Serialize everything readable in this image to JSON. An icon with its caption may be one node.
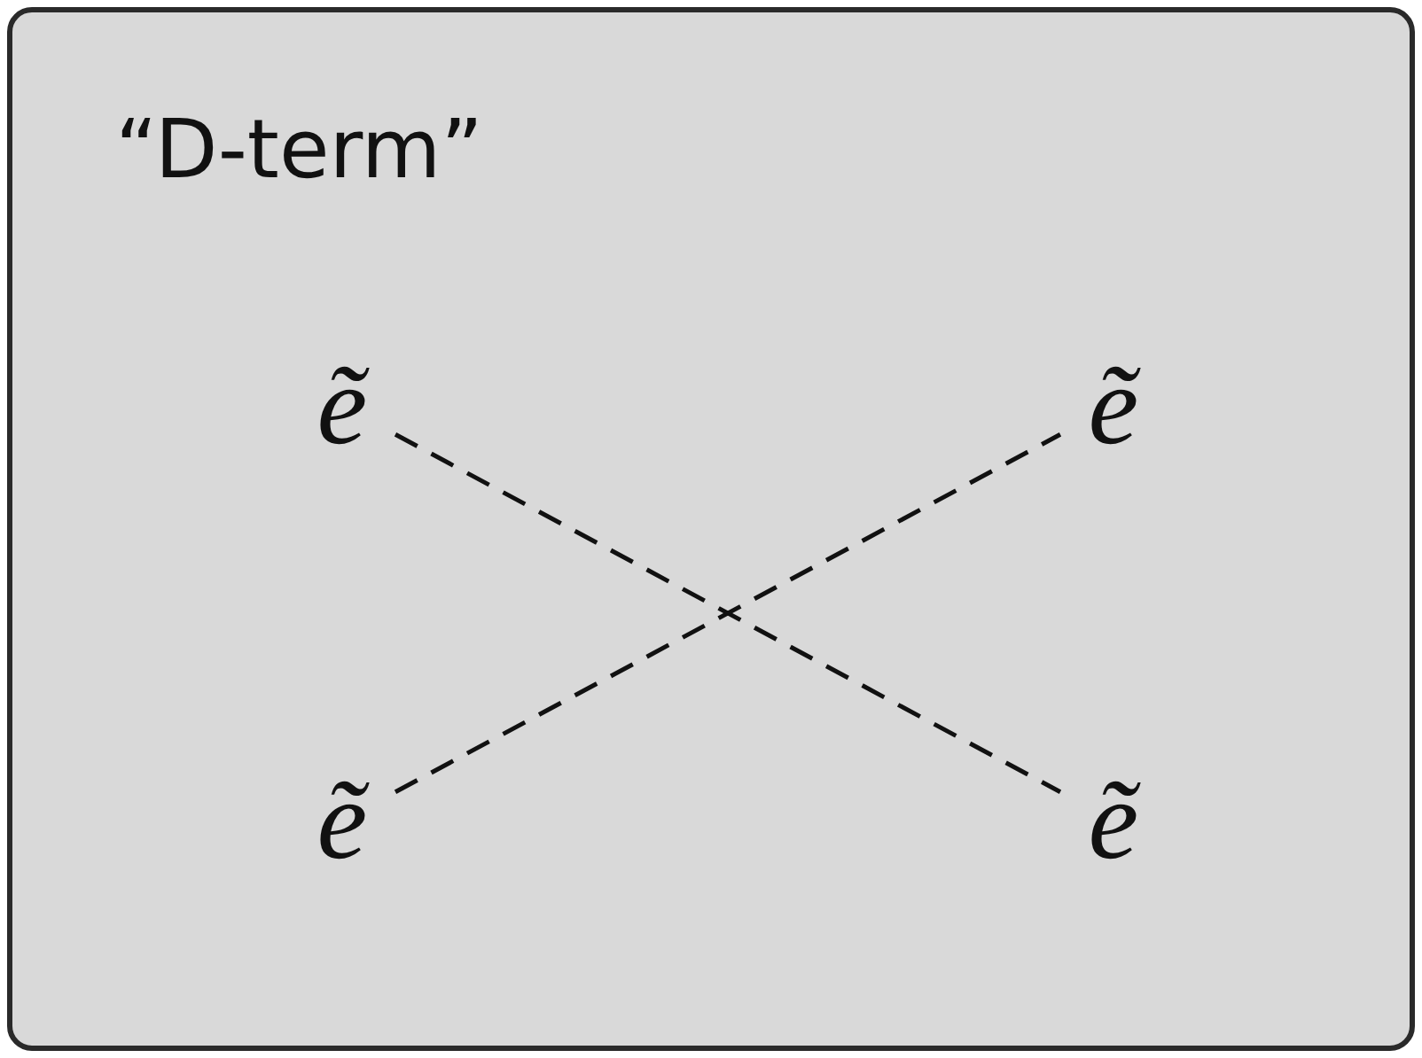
{
  "diagram": {
    "title": "“D-term”",
    "nodes": [
      {
        "text": [
          "ẽ"
        ]
      },
      {
        "text": [
          "ẽ"
        ]
      },
      {
        "text": [
          "ẽ"
        ]
      },
      {
        "text": [
          "ẽ"
        ]
      }
    ],
    "edges": [
      {
        "from": 0,
        "to": 3,
        "arrow": "none",
        "style": "dashed"
      },
      {
        "from": 2,
        "to": 1,
        "arrow": "none",
        "style": "dashed"
      }
    ]
  }
}
